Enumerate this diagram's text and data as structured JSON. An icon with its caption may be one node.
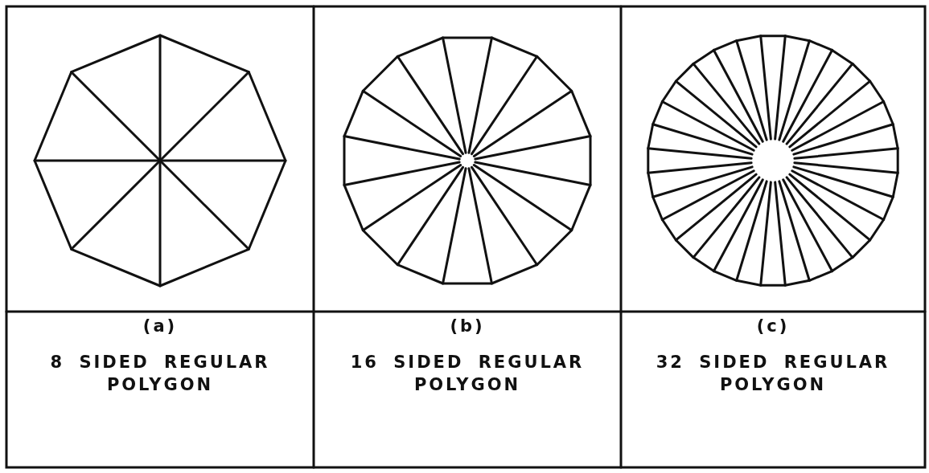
{
  "diagram": {
    "labels": [
      "(a)",
      "8 SIDED REGULAR POLYGON",
      "(b)",
      "16 SIDED REGULAR POLYGON",
      "(c)",
      "32 SIDED REGULAR POLYGON"
    ]
  }
}
